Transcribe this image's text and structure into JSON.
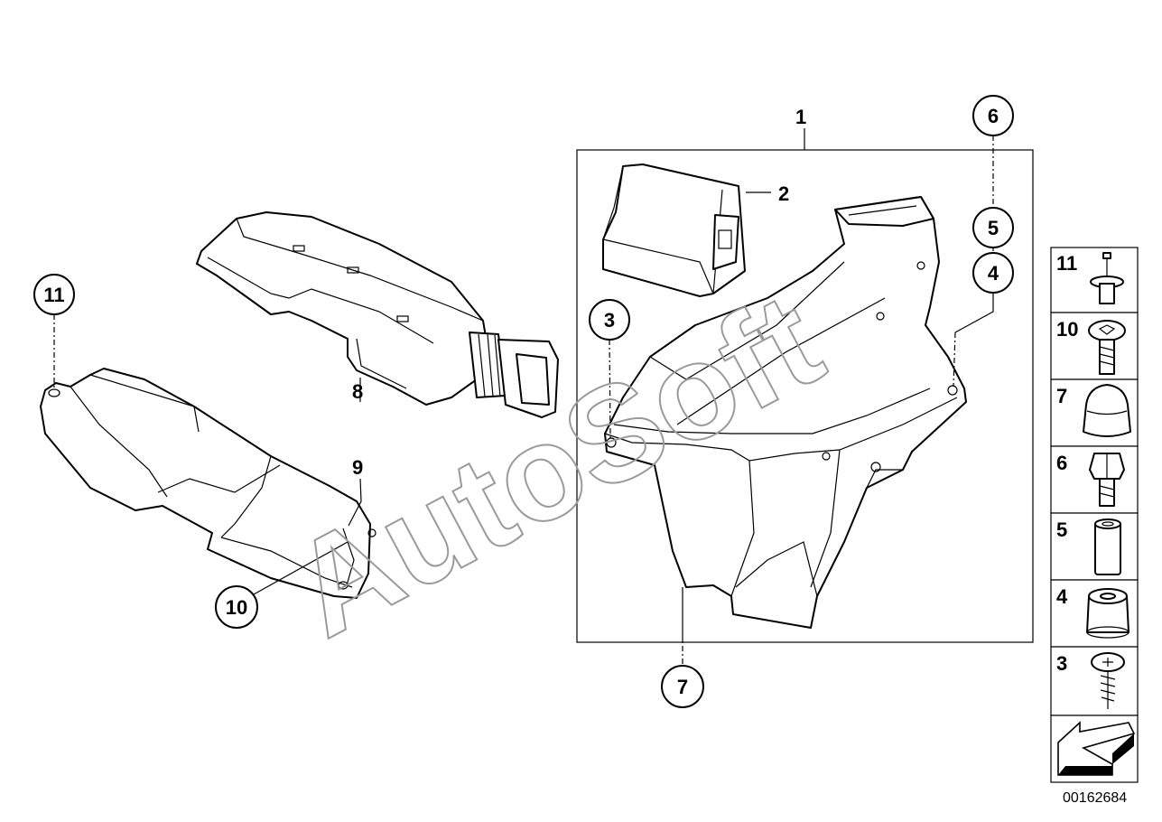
{
  "diagram_id": "00162684",
  "watermark": "AutoSoft",
  "callouts": {
    "c1": "1",
    "c2": "2",
    "c3": "3",
    "c4": "4",
    "c5": "5",
    "c6": "6",
    "c7": "7",
    "c8": "8",
    "c9": "9",
    "c10": "10",
    "c11": "11"
  },
  "legend": [
    {
      "label": "11",
      "icon": "screw-with-washer-icon"
    },
    {
      "label": "10",
      "icon": "torx-screw-icon"
    },
    {
      "label": "7",
      "icon": "rubber-cap-icon"
    },
    {
      "label": "6",
      "icon": "hex-bolt-icon"
    },
    {
      "label": "5",
      "icon": "spacer-sleeve-icon"
    },
    {
      "label": "4",
      "icon": "rubber-grommet-icon"
    },
    {
      "label": "3",
      "icon": "self-tapping-screw-icon"
    },
    {
      "label": "",
      "icon": "arrow-icon"
    }
  ]
}
